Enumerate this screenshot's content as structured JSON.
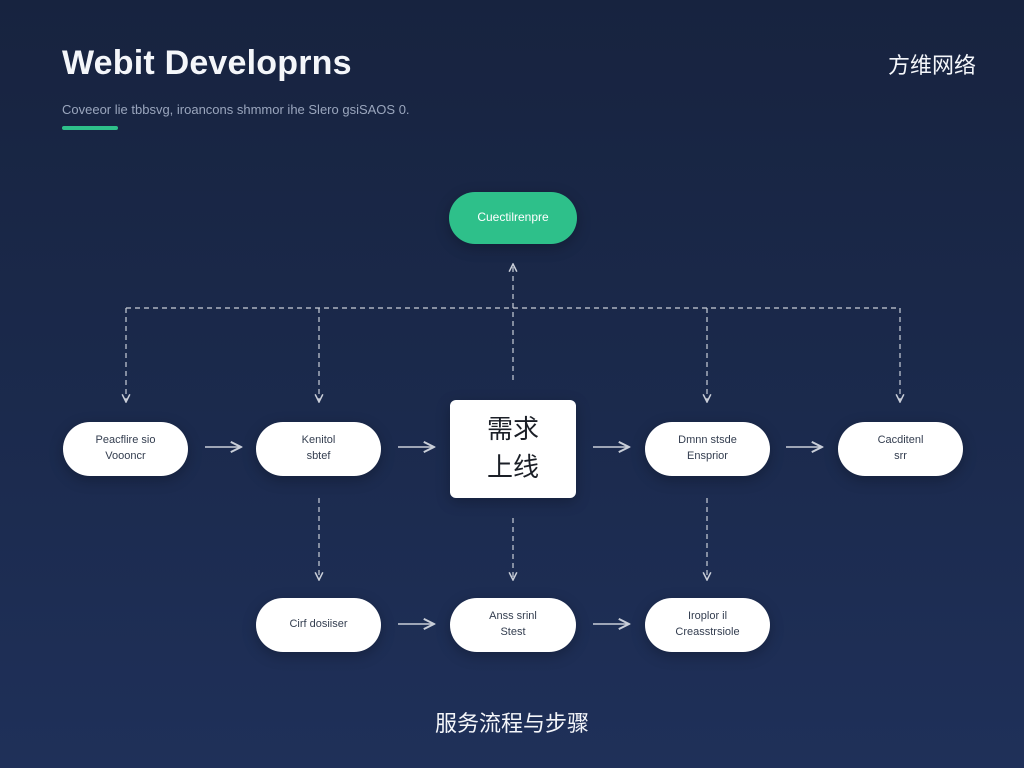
{
  "header": {
    "title": "Webit Developrns",
    "subtitle": "Coveeor lie tbbsvg, iroancons shmmor ihe Slero gsiSAOS 0.",
    "brand": "方维网络"
  },
  "footer": {
    "caption": "服务流程与步骤"
  },
  "colors": {
    "background_top": "#17233f",
    "background_bottom": "#1f3059",
    "accent": "#2ec08a",
    "node_fill": "#ffffff",
    "connector": "#c9ced8"
  },
  "diagram": {
    "top_node": "Cuectilrenpre",
    "center_node": "需求\n上线",
    "row1_nodes": [
      "Peacflire sio\nVoooncr",
      "Kenitol\nsbtef",
      "Dmnn stsde\nEnsprior",
      "Cacditenl\nsrr"
    ],
    "row2_nodes": [
      "Cirf dosiiser",
      "Anss srinl\nStest",
      "Iroplor  il\nCreasstrsiole"
    ]
  }
}
